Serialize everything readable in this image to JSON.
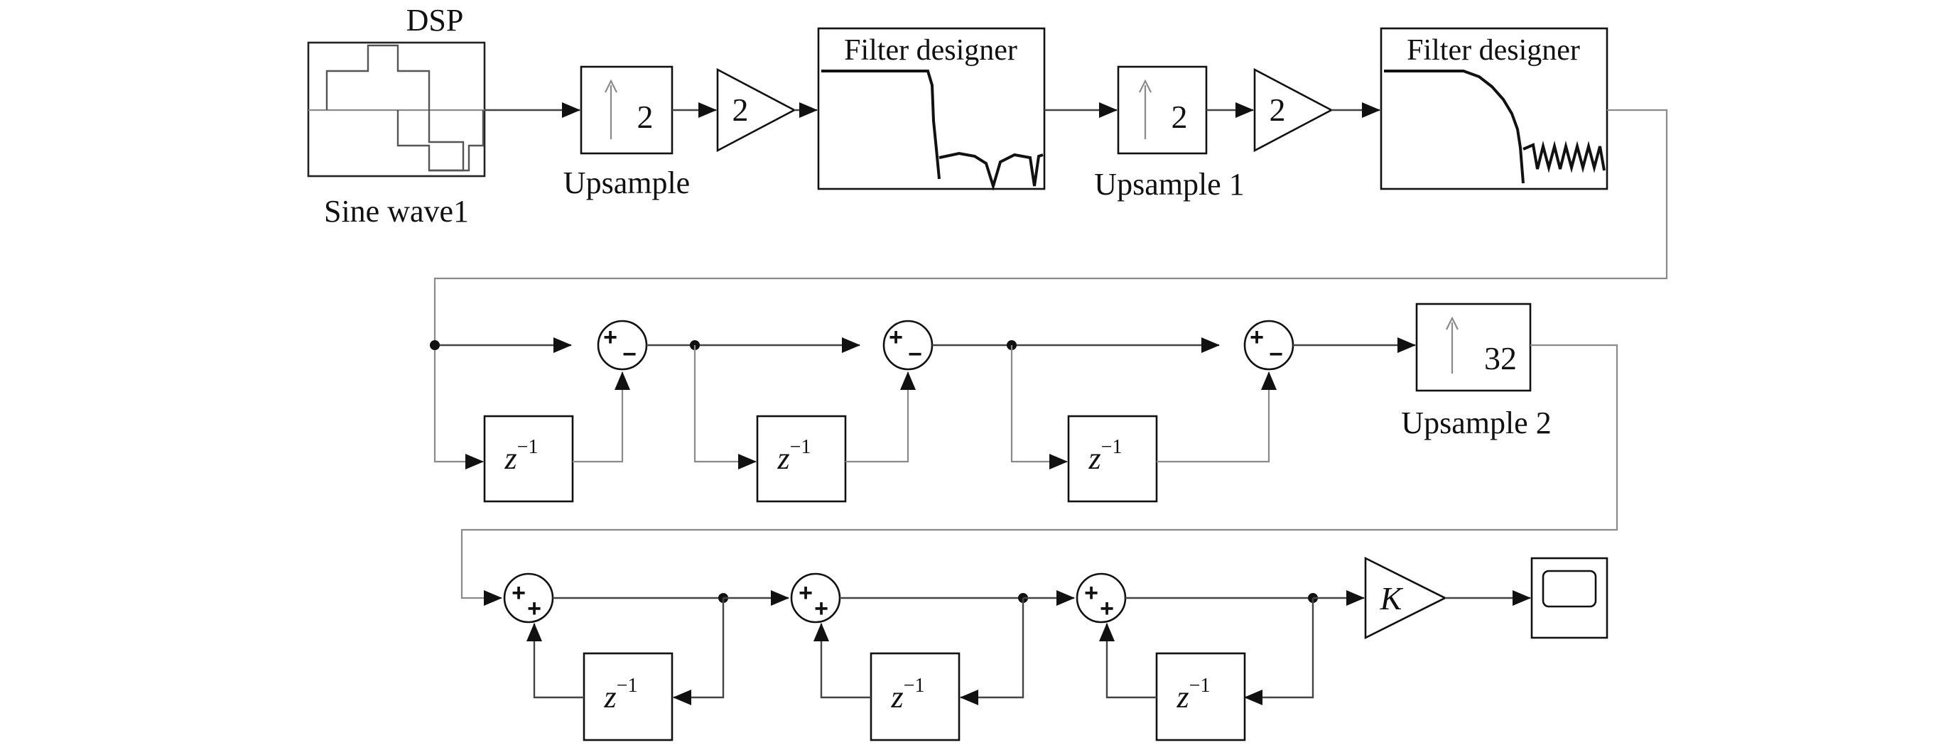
{
  "title": "DSP",
  "blocks": {
    "source": "Sine wave1",
    "upsample_a": {
      "factor": "2",
      "label": "Upsample"
    },
    "gain_a": "2",
    "filter_a": "Filter designer",
    "upsample_b": {
      "factor": "2",
      "label": "Upsample 1"
    },
    "gain_b": "2",
    "filter_b": "Filter designer",
    "upsample_c": {
      "factor": "32",
      "label": "Upsample 2"
    },
    "comb_delay": {
      "base": "z",
      "exp": "−1"
    },
    "integrator_delay": {
      "base": "z",
      "exp": "−1"
    },
    "comb_signs": [
      "+",
      "−"
    ],
    "integrator_signs": [
      "+",
      "+"
    ],
    "gain_k": "K"
  }
}
